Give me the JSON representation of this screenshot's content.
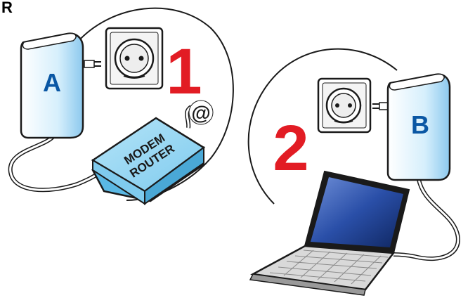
{
  "corner_label": "R",
  "steps": {
    "step1": "1",
    "step2": "2"
  },
  "adapters": {
    "a": "A",
    "b": "B"
  },
  "modem": {
    "line1": "MODEM",
    "line2": "ROUTER",
    "internet_symbol": "@"
  },
  "icons": {
    "adapter": "powerline-adapter-icon",
    "outlet": "wall-socket-icon",
    "modem": "modem-router-icon",
    "laptop": "laptop-icon"
  },
  "colors": {
    "step_number": "#e21c24",
    "adapter_letter": "#0a57a4",
    "adapter_body": "#c8e8fa",
    "modem_body": "#8fd3f2",
    "laptop_screen": "#1f3f8f",
    "outline": "#1a1a1a"
  }
}
